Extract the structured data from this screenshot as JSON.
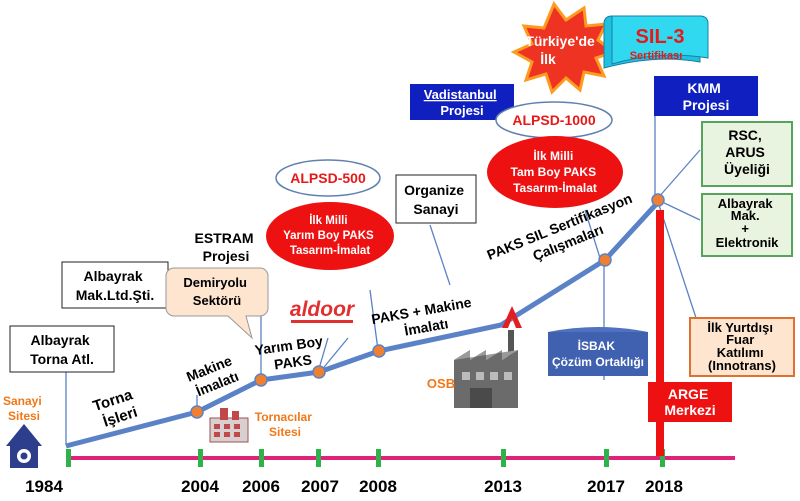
{
  "years": [
    "1984",
    "2004",
    "2006",
    "2007",
    "2008",
    "2013",
    "2017",
    "2018"
  ],
  "labels": {
    "sanayi_sitesi": [
      "Sanayi",
      "Sitesi"
    ],
    "albayrak_torna": [
      "Albayrak",
      "Torna Atl."
    ],
    "albayrak_mak": [
      "Albayrak",
      "Mak.Ltd.Şti."
    ],
    "torna_isleri": [
      "Torna",
      "İşleri"
    ],
    "makine_imalati": [
      "Makine",
      "İmalatı"
    ],
    "tornacilar_sitesi": [
      "Tornacılar",
      "Sitesi"
    ],
    "demiryolu": [
      "Demiryolu",
      "Sektörü"
    ],
    "estram": [
      "ESTRAM",
      "Projesi"
    ],
    "yarim_boy_paks": [
      "Yarım Boy",
      "PAKS"
    ],
    "aldoor_logo": "aldoor",
    "paks_makine": [
      "PAKS + Makine",
      "İmalatı"
    ],
    "alpsd500": "ALPSD-500",
    "ilk_milli_yarim": [
      "İlk Milli",
      "Yarım Boy PAKS",
      "Tasarım-İmalat"
    ],
    "organize_sanayi": [
      "Organize",
      "Sanayi"
    ],
    "osb": "OSB",
    "vadistanbul": [
      "Vadistanbul",
      "Projesi"
    ],
    "alpsd1000": "ALPSD-1000",
    "ilk_milli_tam": [
      "İlk Milli",
      "Tam Boy PAKS",
      "Tasarım-İmalat"
    ],
    "paks_sil": [
      "PAKS SIL Sertifikasyon",
      "Çalışmaları"
    ],
    "isbak": [
      "İSBAK",
      "Çözüm Ortaklığı"
    ],
    "turkiyede_ilk": [
      "Türkiye'de",
      "İlk"
    ],
    "sil3": "SIL-3",
    "sertifikasi": "Sertifikası",
    "kmm": [
      "KMM",
      "Projesi"
    ],
    "rsc": [
      "RSC,",
      "ARUS",
      "Üyeliği"
    ],
    "albayrak_mak_elek": [
      "Albayrak",
      "Mak.",
      "+",
      "Elektronik"
    ],
    "ilk_yurtdisi": [
      "İlk Yurtdışı",
      "Fuar",
      "Katılımı",
      "(Innotrans)"
    ],
    "arge": [
      "ARGE",
      "Merkezi"
    ]
  },
  "colors": {
    "trend_line": "#5b82c6",
    "timeline": "#e0227a",
    "tick": "#2eb24a",
    "node": "#f08030",
    "red_box": "#ee1111",
    "navy_box": "#1020c0",
    "green_box_border": "#56a35c",
    "orange_text": "#f07818"
  }
}
